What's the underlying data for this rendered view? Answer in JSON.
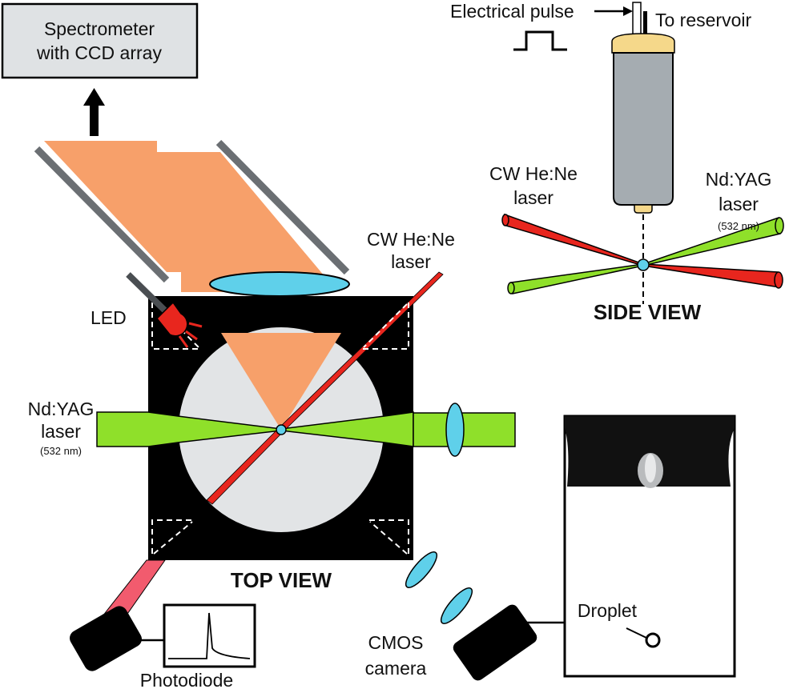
{
  "spectrometer": {
    "line1": "Spectrometer",
    "line2": "with CCD array"
  },
  "electrical_pulse": "Electrical pulse",
  "to_reservoir": "To reservoir",
  "led": "LED",
  "top": {
    "hene_line1": "CW He:Ne",
    "hene_line2": "laser",
    "ndyag_line1": "Nd:YAG",
    "ndyag_line2": "laser",
    "ndyag_wavelength": "(532 nm)",
    "view_label": "TOP VIEW"
  },
  "side": {
    "hene_line1": "CW He:Ne",
    "hene_line2": "laser",
    "ndyag_line1": "Nd:YAG",
    "ndyag_line2": "laser",
    "ndyag_wavelength": "(532 nm)",
    "view_label": "SIDE VIEW"
  },
  "photodiode": "Photodiode",
  "cmos_line1": "CMOS",
  "cmos_line2": "camera",
  "droplet": "Droplet",
  "colors": {
    "chamber": "#000000",
    "ndyag_beam": "#8fe02a",
    "hene_beam": "#e8261e",
    "collection_light": "#f7a06a",
    "lens": "#5fd0ea",
    "cell": "#e2e4e6",
    "reservoir": "#a5acb1",
    "reservoir_cap": "#f5d88a",
    "spectrometer_box": "#dfe2e4",
    "photodiode_beam": "#f25b6e"
  }
}
